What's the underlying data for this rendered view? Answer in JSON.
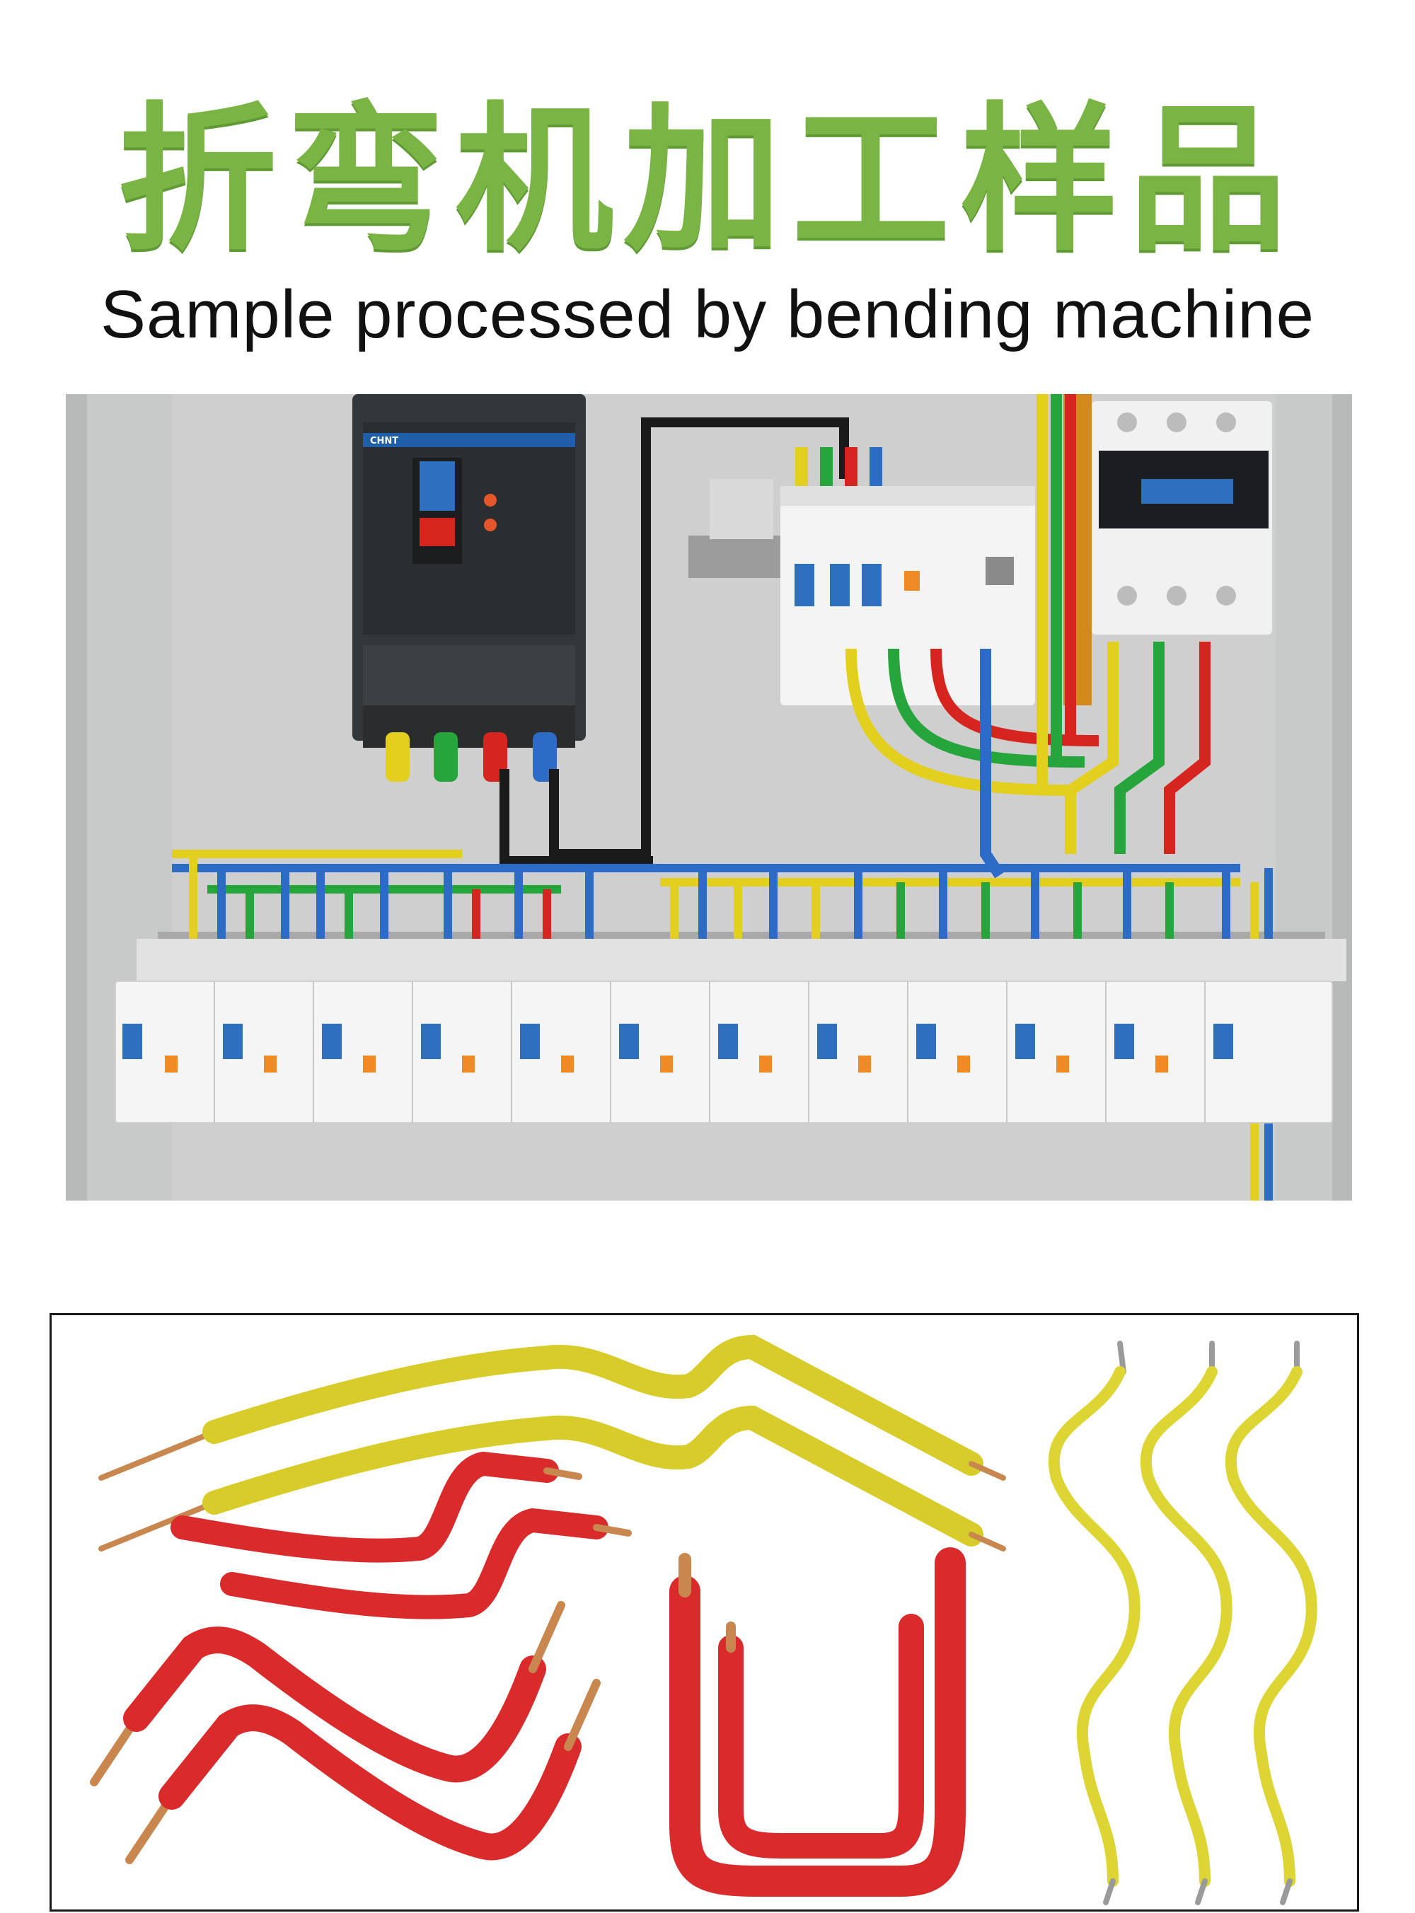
{
  "title": {
    "chinese": "折弯机加工样品",
    "english": "Sample processed by bending machine"
  },
  "photos": {
    "panel": {
      "brand_decal": "CHNT"
    },
    "wires": {}
  },
  "colors": {
    "title_green": "#79b444",
    "wire_yellow": "#d8cc2a",
    "wire_red": "#d92b2b",
    "wire_green": "#1e8f3a",
    "wire_blue": "#1d5fb8",
    "wire_black": "#1a1a1a",
    "copper": "#c8874f"
  }
}
